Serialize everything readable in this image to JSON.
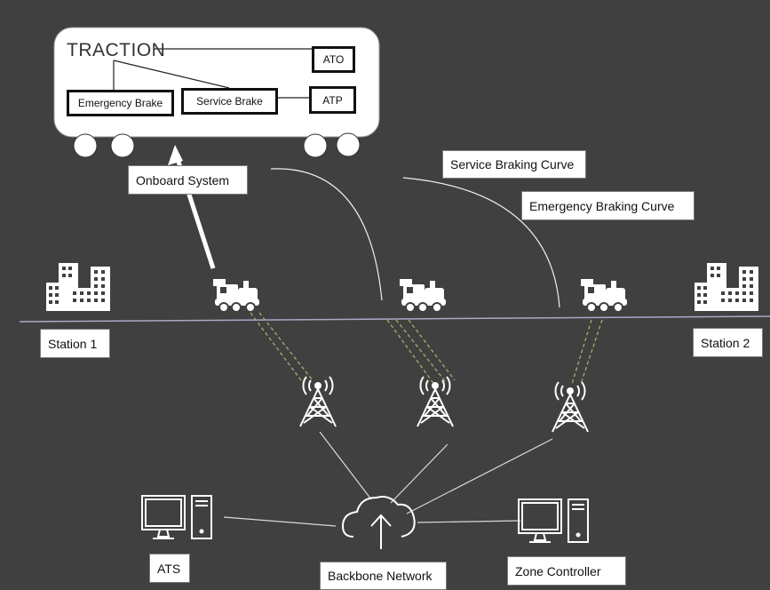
{
  "train_unit": {
    "traction_label": "TRACTION",
    "ato_label": "ATO",
    "atp_label": "ATP",
    "emergency_brake_label": "Emergency Brake",
    "service_brake_label": "Service Brake"
  },
  "labels": {
    "onboard_system": "Onboard System",
    "service_braking_curve": "Service Braking Curve",
    "emergency_braking_curve": "Emergency Braking Curve",
    "station_1": "Station 1",
    "station_2": "Station 2",
    "ats": "ATS",
    "backbone_network": "Backbone Network",
    "zone_controller": "Zone Controller"
  },
  "icons": {
    "building": "building-icon",
    "train": "train-icon",
    "antenna": "antenna-tower-icon",
    "computer": "computer-icon",
    "cloud": "cloud-upload-icon"
  },
  "colors": {
    "background": "#404040",
    "line": "#d9d9d9",
    "radio_link": "#a8ad6a",
    "track": "#a9a9c8"
  }
}
